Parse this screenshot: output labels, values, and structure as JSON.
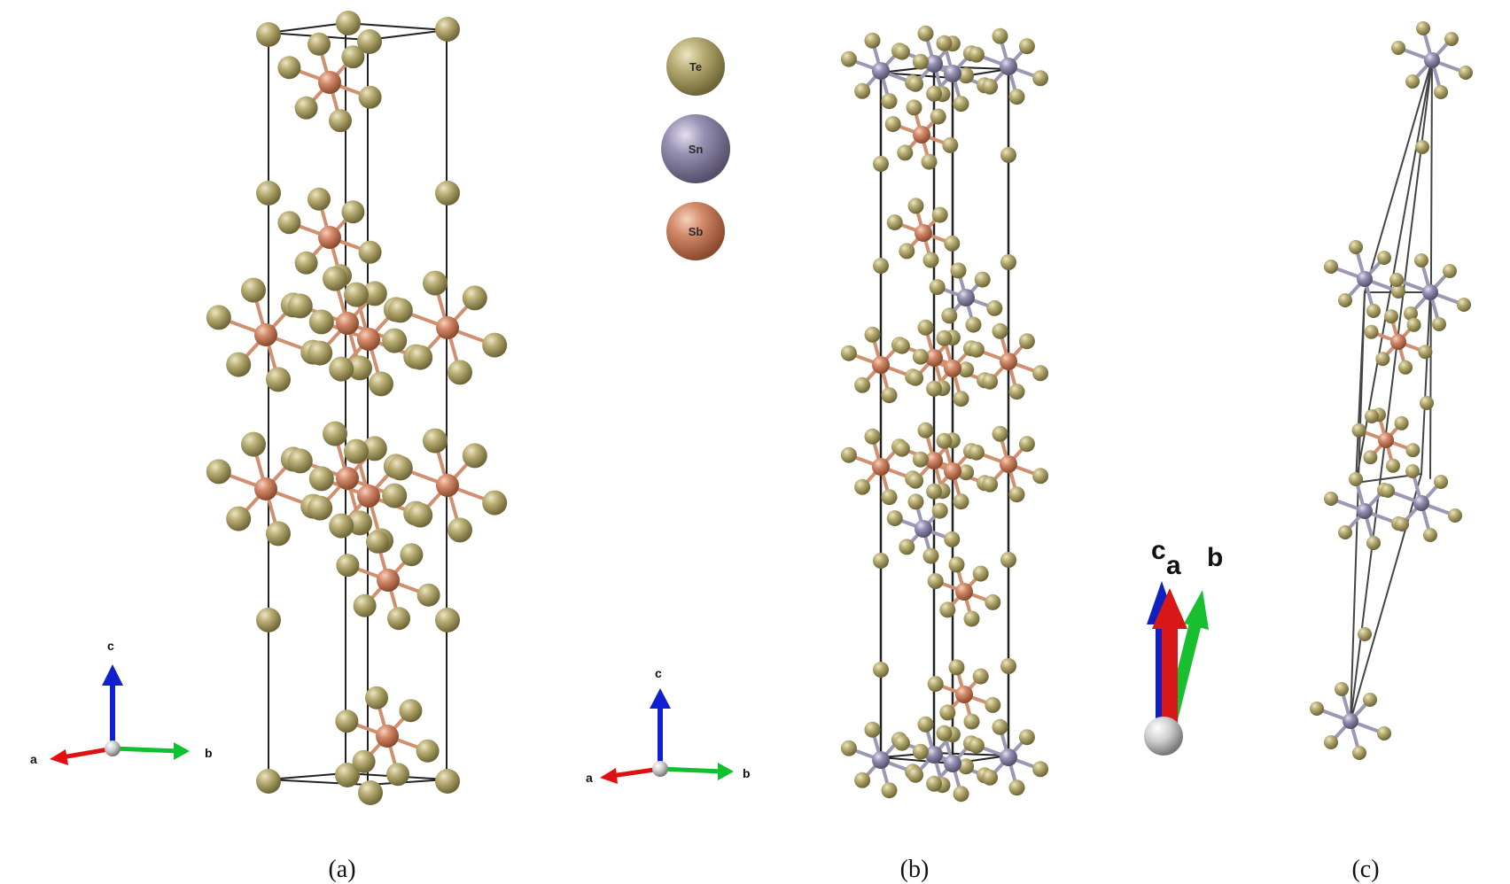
{
  "legend": [
    {
      "symbol": "Te",
      "color": "#9c9360"
    },
    {
      "symbol": "Sn",
      "color": "#8c84a0"
    },
    {
      "symbol": "Sb",
      "color": "#c97a58"
    }
  ],
  "axes": {
    "a_label": "a",
    "b_label": "b",
    "c_label": "c",
    "a_color": "#e01010",
    "b_color": "#10c030",
    "c_color": "#1020d0"
  },
  "captions": {
    "a": "(a)",
    "b": "(b)",
    "c": "(c)"
  },
  "atom_colors": {
    "te": "#a49a62",
    "sn": "#8a84a2",
    "sb": "#c9805c",
    "bond_te": "#b0a678",
    "bond_sb": "#d09070",
    "bond_sn": "#9c98b4"
  }
}
